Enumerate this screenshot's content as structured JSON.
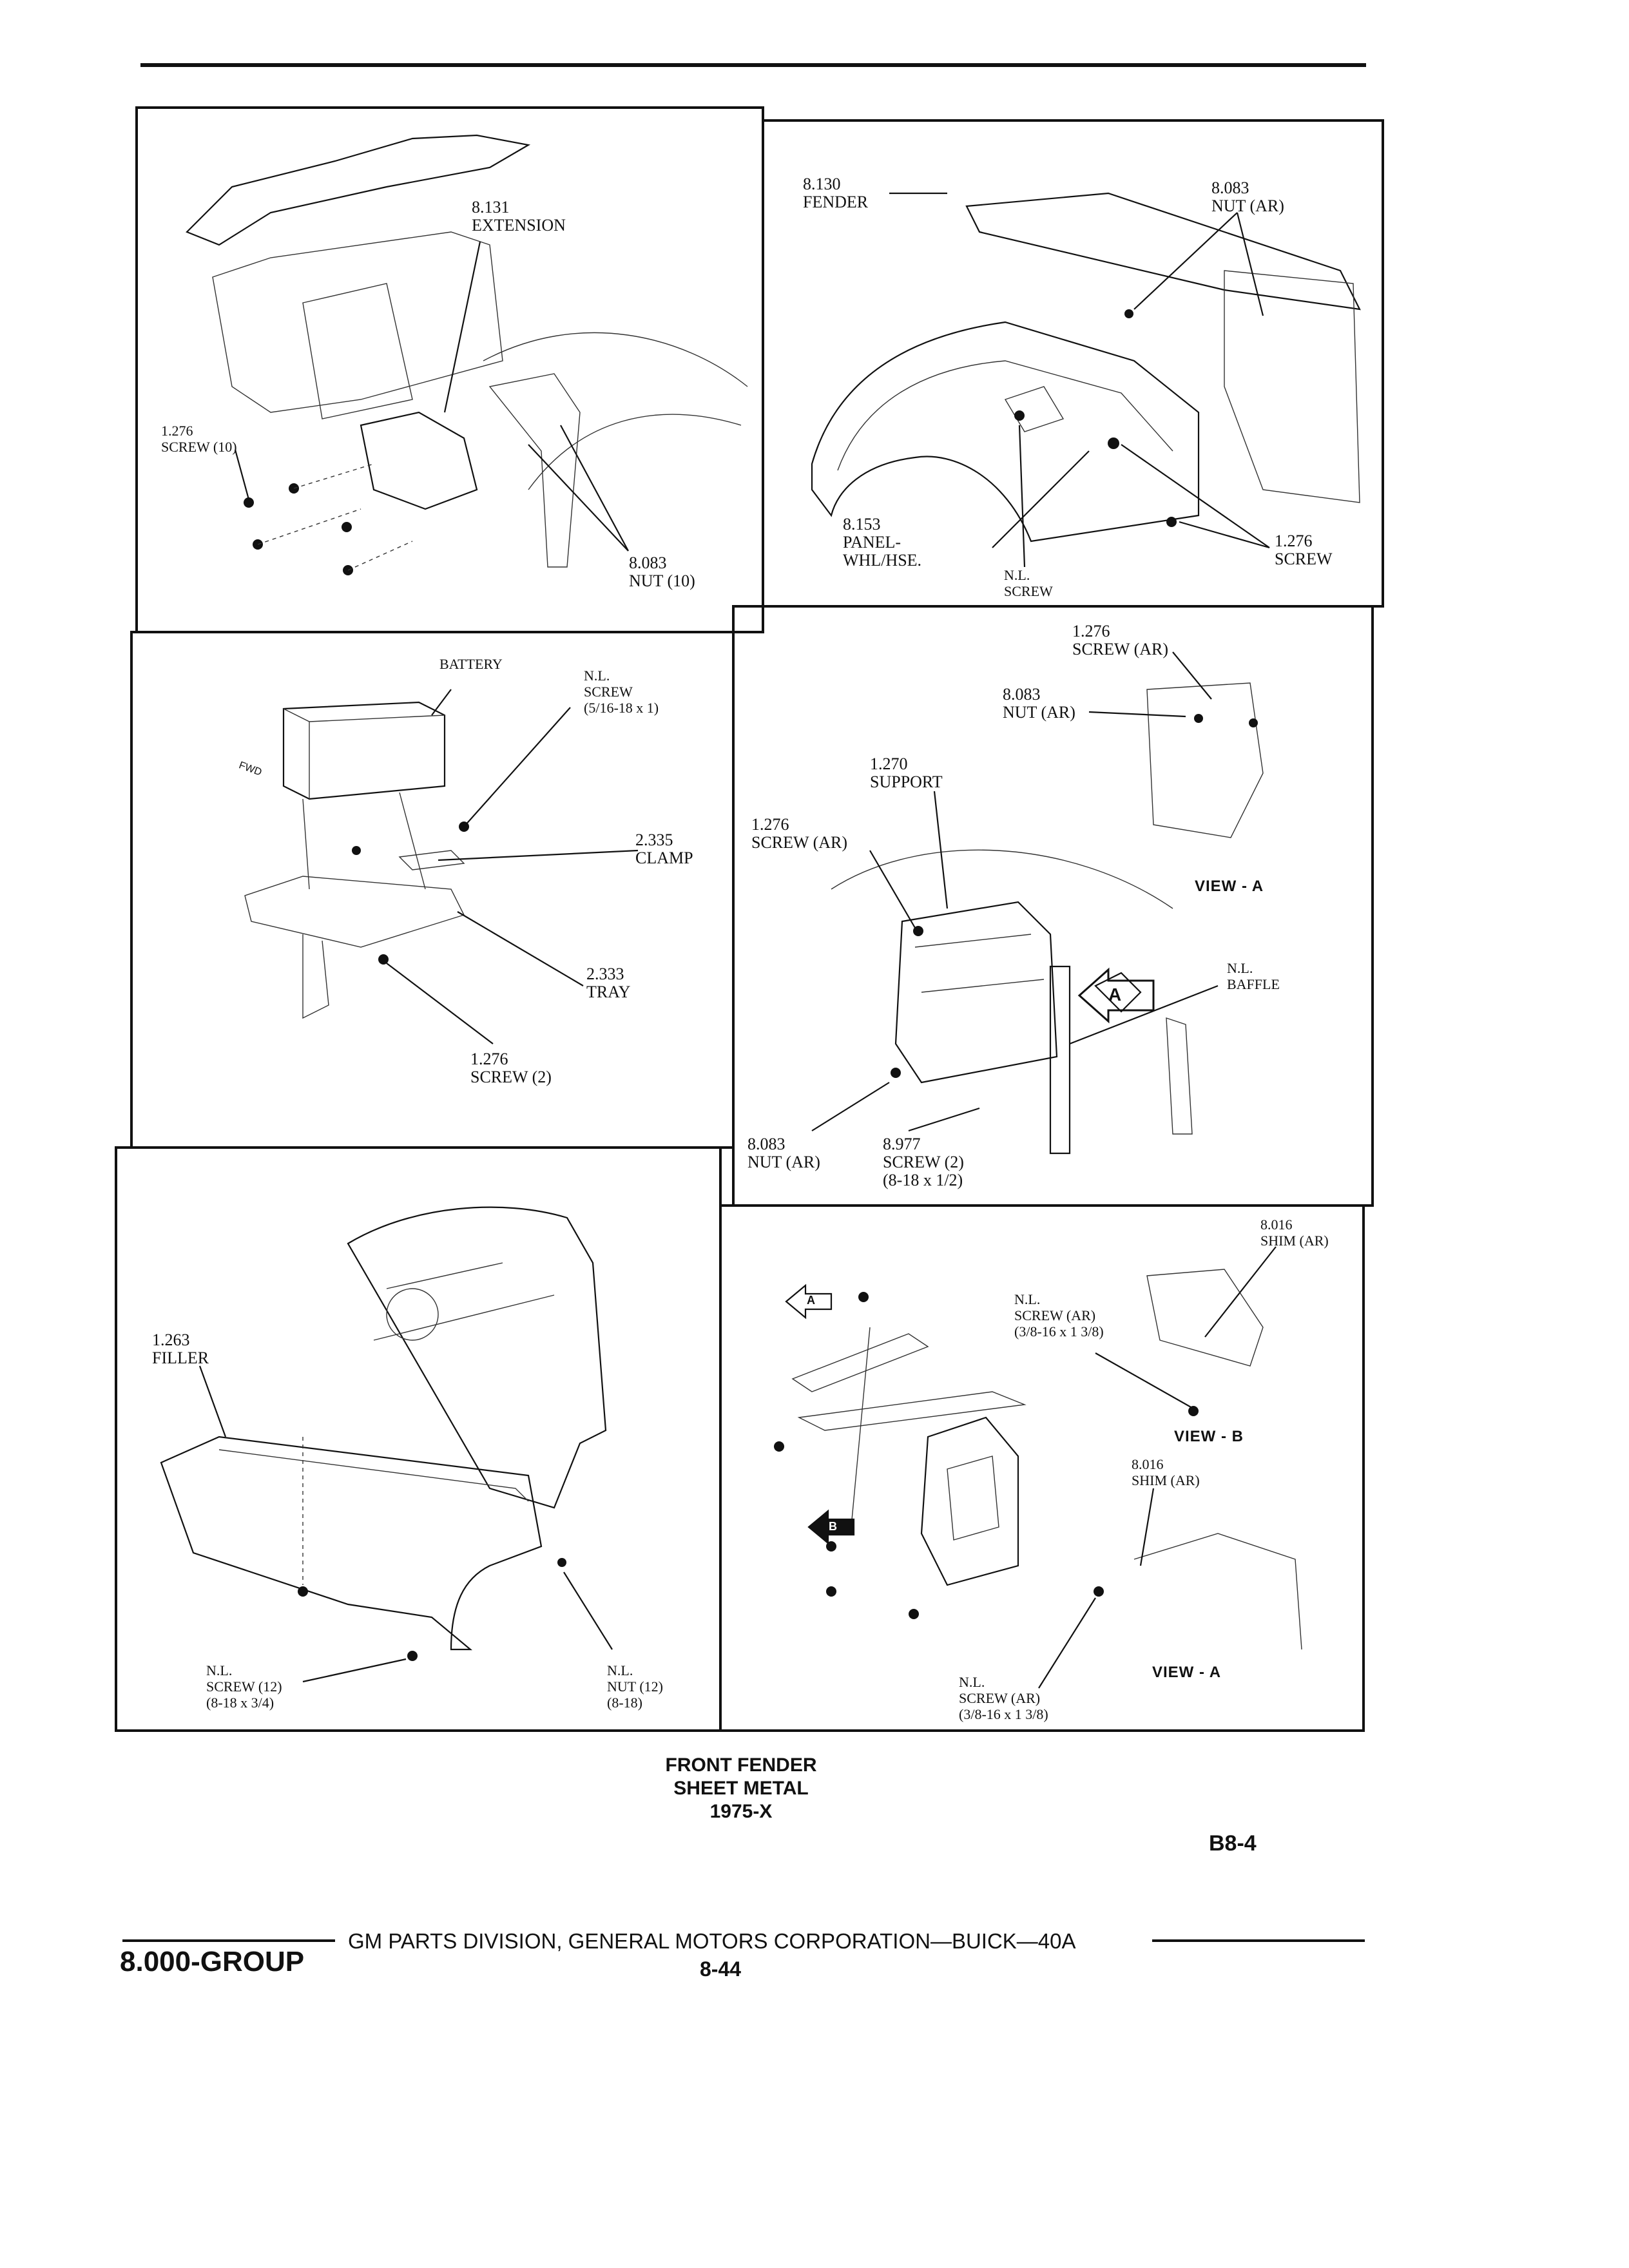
{
  "panels": {
    "p1": {
      "extension": "8.131\nEXTENSION",
      "screw": "1.276\nSCREW (10)",
      "nut": "8.083\nNUT (10)"
    },
    "p2": {
      "fender": "8.130\nFENDER",
      "nut": "8.083\nNUT (AR)",
      "panel": "8.153\nPANEL-\nWHL/HSE.",
      "nl_screw": "N.L.\nSCREW",
      "screw": "1.276\nSCREW"
    },
    "p3": {
      "battery": "BATTERY",
      "nl_screw": "N.L.\nSCREW\n(5/16-18 x 1)",
      "fwd": "FWD",
      "clamp": "2.335\nCLAMP",
      "tray": "2.333\nTRAY",
      "screw": "1.276\nSCREW (2)"
    },
    "p4": {
      "screw_ar_top": "1.276\nSCREW (AR)",
      "nut_ar_top": "8.083\nNUT (AR)",
      "support": "1.270\nSUPPORT",
      "screw_ar": "1.276\nSCREW (AR)",
      "view_a": "VIEW - A",
      "baffle": "N.L.\nBAFFLE",
      "arrow_letter": "A",
      "nut_ar": "8.083\nNUT (AR)",
      "screw2": "8.977\nSCREW (2)\n(8-18 x 1/2)"
    },
    "p5": {
      "filler": "1.263\nFILLER",
      "screw": "N.L.\nSCREW (12)\n(8-18 x 3/4)",
      "nut": "N.L.\nNUT (12)\n(8-18)"
    },
    "p6": {
      "shim_top": "8.016\nSHIM (AR)",
      "screw_top": "N.L.\nSCREW (AR)\n(3/8-16 x 1 3/8)",
      "view_b": "VIEW - B",
      "shim_mid": "8.016\nSHIM (AR)",
      "arrow_a": "A",
      "arrow_b": "B",
      "view_a": "VIEW - A",
      "screw_bottom": "N.L.\nSCREW (AR)\n(3/8-16 x 1 3/8)"
    }
  },
  "caption": {
    "line1": "FRONT FENDER",
    "line2": "SHEET METAL",
    "line3": "1975-X"
  },
  "page_ref": "B8-4",
  "footer": {
    "group": "8.000-GROUP",
    "text": "GM PARTS DIVISION, GENERAL MOTORS CORPORATION—BUICK—40A",
    "page": "8-44"
  }
}
